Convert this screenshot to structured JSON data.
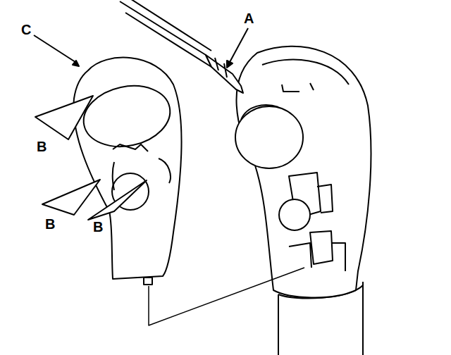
{
  "diagram": {
    "labels": [
      "A",
      "C",
      "B",
      "B",
      "B"
    ]
  }
}
